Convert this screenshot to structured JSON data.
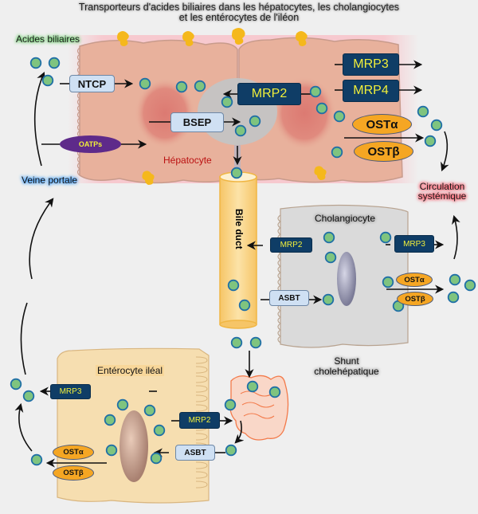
{
  "title": {
    "line1": "Transporteurs d'acides biliaires dans les hépatocytes, les cholangiocytes",
    "line2": "et les entérocytes de l'iléon"
  },
  "labels": {
    "bile_acids": "Acides biliaires",
    "portal_vein": "Veine portale",
    "systemic_circulation_1": "Circulation",
    "systemic_circulation_2": "systémique",
    "hepatocyte": "Hépatocyte",
    "bile_duct": "Bile duct",
    "cholangiocyte": "Cholangiocyte",
    "shunt_1": "Shunt",
    "shunt_2": "cholehépatique",
    "enterocyte": "Entérocyte iléal"
  },
  "hepatocyte_transporters": {
    "ntcp": "NTCP",
    "oatps": "OATPs",
    "bsep": "BSEP",
    "mrp2": "MRP2",
    "mrp3": "MRP3",
    "mrp4": "MRP4",
    "ost_alpha": "OSTα",
    "ost_beta": "OSTβ"
  },
  "cholangiocyte_transporters": {
    "mrp2": "MRP2",
    "asbt": "ASBT",
    "mrp3": "MRP3",
    "ost_alpha": "OSTα",
    "ost_beta": "OSTβ"
  },
  "enterocyte_transporters": {
    "mrp3": "MRP3",
    "mrp2": "MRP2",
    "asbt": "ASBT",
    "ost_alpha": "OSTα",
    "ost_beta": "OSTβ"
  },
  "colors": {
    "background": "#efefef",
    "hepatocyte": "#e8b19c",
    "nucleus_hepatocyte": "#dc8276",
    "canaliculus": "#c4c4c4",
    "bile_duct": "#f8d48a",
    "cholangiocyte": "#dadada",
    "enterocyte": "#f6deb0",
    "bile_acid_fill": "#7fc47f",
    "bile_acid_stroke": "#1f6fa6",
    "dark_transporter": "#0f3d66",
    "light_transporter": "#cfe0f3",
    "ost_transporter": "#f5a623",
    "oatp_transporter": "#5e2a8a",
    "intestine": "#f9d7c8"
  }
}
